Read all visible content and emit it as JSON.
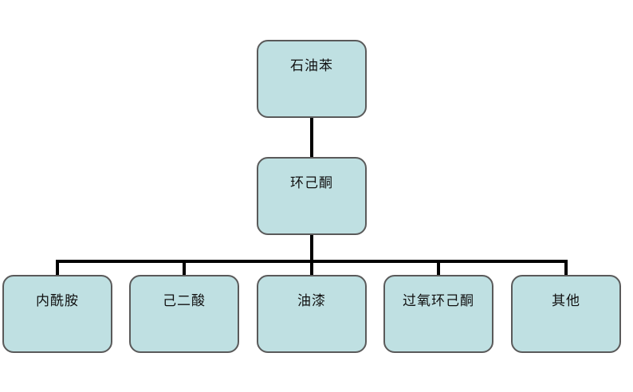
{
  "diagram": {
    "root": {
      "label": "石油苯"
    },
    "middle": {
      "label": "环己酮"
    },
    "children": [
      {
        "label": "内酰胺"
      },
      {
        "label": "己二酸"
      },
      {
        "label": "油漆"
      },
      {
        "label": "过氧环己酮"
      },
      {
        "label": "其他"
      }
    ]
  },
  "colors": {
    "node_fill": "#bfe0e2",
    "node_border": "#5a5a5a",
    "connector": "#000000"
  }
}
